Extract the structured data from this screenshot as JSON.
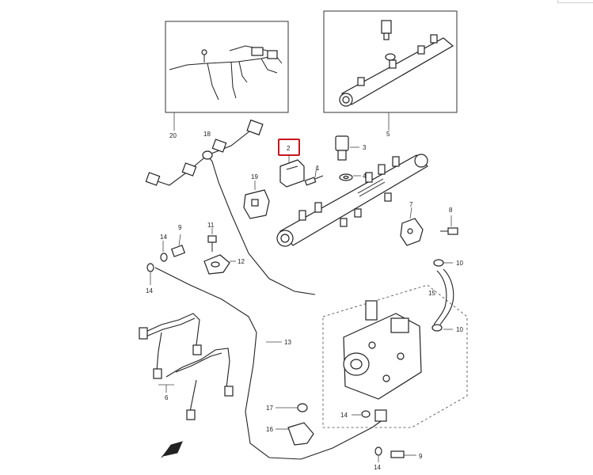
{
  "diagram": {
    "part_numbers": {
      "p1": "1",
      "p2": "2",
      "p3": "3",
      "p4": "4",
      "p5": "5",
      "p6": "6",
      "p7": "7",
      "p8": "8",
      "p9a": "9",
      "p9b": "9",
      "p10a": "10",
      "p10b": "10",
      "p11": "11",
      "p12": "12",
      "p13": "13",
      "p14a": "14",
      "p14b": "14",
      "p14c": "14",
      "p14d": "14",
      "p15": "15",
      "p16": "16",
      "p17": "17",
      "p18": "18",
      "p19": "19",
      "p20": "20"
    },
    "highlighted_part": "2",
    "highlight_color": "#c8161e"
  }
}
